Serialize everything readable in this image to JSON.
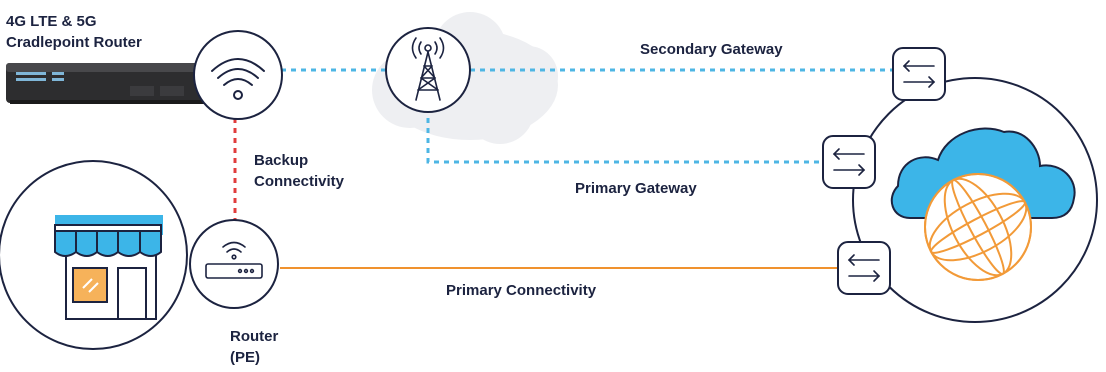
{
  "colors": {
    "navy": "#1c2340",
    "cellular_link": "#4db6e4",
    "primary_link": "#f0922e",
    "backup_link": "#e03c3c",
    "cloud_blue": "#3cb5e8",
    "globe_orange": "#f29a38",
    "store_awning": "#3cb5e8",
    "gray_cloud": "#eeeff2"
  },
  "icons": {
    "wifi": "wifi-icon",
    "tower": "cell-tower-icon",
    "store": "storefront-icon",
    "router": "router-icon",
    "gateway": "gateway-arrows-icon",
    "cloud": "cloud-icon",
    "globe": "globe-icon"
  },
  "labels": {
    "cradlepoint_line1": "4G LTE & 5G",
    "cradlepoint_line2": "Cradlepoint Router",
    "backup_line1": "Backup",
    "backup_line2": "Connectivity",
    "router_line1": "Router",
    "router_line2": "(PE)",
    "secondary_gateway": "Secondary Gateway",
    "primary_gateway": "Primary Gateway",
    "primary_connectivity": "Primary Connectivity"
  }
}
